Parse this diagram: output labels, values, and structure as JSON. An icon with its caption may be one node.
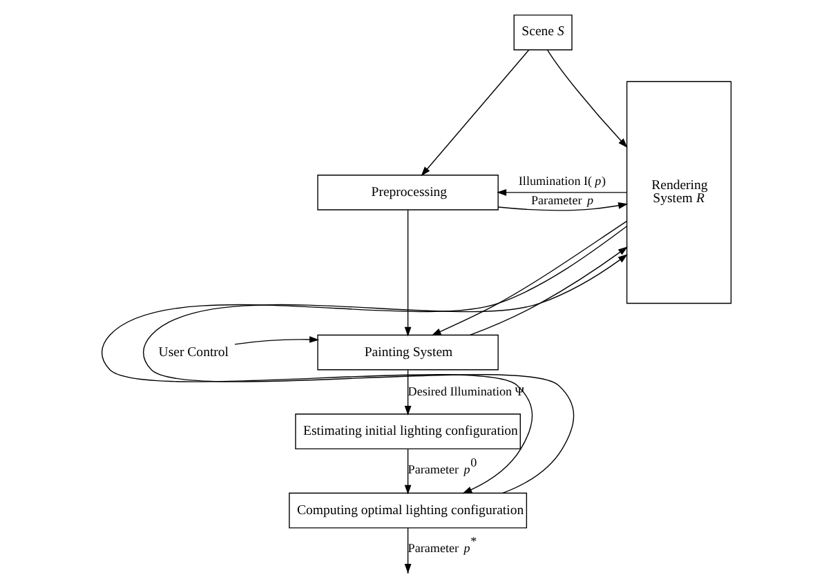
{
  "diagram": {
    "nodes": [
      {
        "text": [
          "Scene *S*"
        ]
      },
      {
        "text": [
          "Preprocessing"
        ]
      },
      {
        "text": [
          "Painting System"
        ]
      },
      {
        "text": [
          "Estimating initial lighting configuration"
        ]
      },
      {
        "text": [
          "Computing optimal lighting configuration"
        ]
      },
      {
        "text": [
          "Rendering System *R*"
        ]
      },
      {
        "text": [
          "User Control"
        ]
      }
    ],
    "edges": [
      {
        "from": 0,
        "to": 1,
        "arrow": "to"
      },
      {
        "from": 0,
        "to": 5,
        "arrow": "to"
      },
      {
        "from": 1,
        "to": 5,
        "arrow": "to",
        "label": "Parameter *p*"
      },
      {
        "from": 5,
        "to": 1,
        "arrow": "to",
        "label": "Illumination I(*p*)"
      },
      {
        "from": 1,
        "to": 2,
        "arrow": "to"
      },
      {
        "from": 6,
        "to": 2,
        "arrow": "to"
      },
      {
        "from": 2,
        "to": 5,
        "arrow": "to"
      },
      {
        "from": 5,
        "to": 2,
        "arrow": "to"
      },
      {
        "from": 2,
        "to": 3,
        "arrow": "to",
        "label": "Desired Illumination Ψ"
      },
      {
        "from": 3,
        "to": 4,
        "arrow": "to",
        "label": "Parameter *p*$^{0}$"
      },
      {
        "from": 4,
        "to": 5,
        "arrow": "to"
      },
      {
        "from": 5,
        "to": 4,
        "arrow": "to"
      },
      {
        "from": 4,
        "to": null,
        "arrow": "to",
        "label": "Parameter *p*$^{*}$"
      }
    ]
  }
}
